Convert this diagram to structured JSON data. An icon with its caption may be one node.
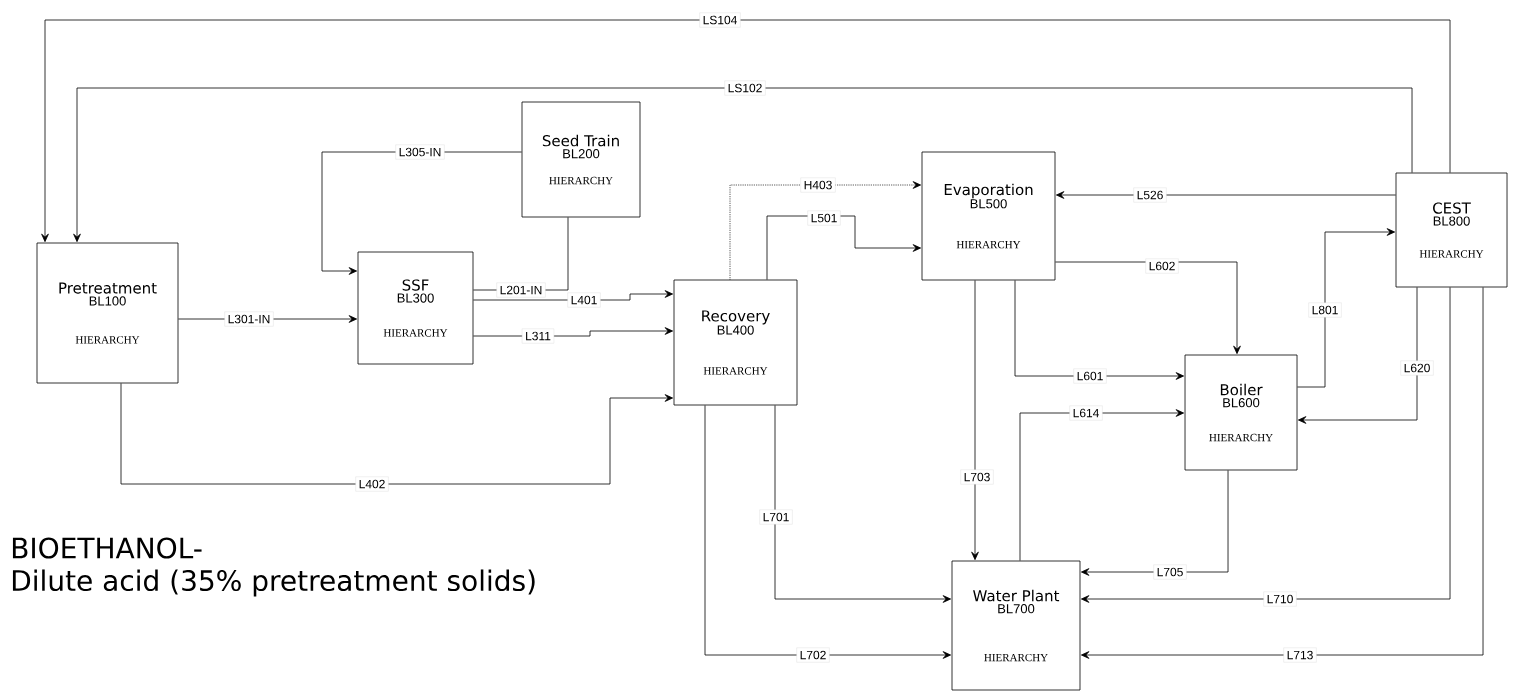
{
  "diagram": {
    "nodes": [
      {
        "text": [
          "Pretreatment",
          "BL100",
          "HIERARCHY"
        ]
      },
      {
        "text": [
          "Seed Train",
          "BL200",
          "HIERARCHY"
        ]
      },
      {
        "text": [
          "SSF",
          "BL300",
          "HIERARCHY"
        ]
      },
      {
        "text": [
          "Recovery",
          "BL400",
          "HIERARCHY"
        ]
      },
      {
        "text": [
          "Evaporation",
          "BL500",
          "HIERARCHY"
        ]
      },
      {
        "text": [
          "CEST",
          "BL800",
          "HIERARCHY"
        ]
      },
      {
        "text": [
          "Boiler",
          "BL600",
          "HIERARCHY"
        ]
      },
      {
        "text": [
          "Water Plant",
          "BL700",
          "HIERARCHY"
        ]
      }
    ],
    "edges": [
      {
        "from": 5,
        "to": 0,
        "arrow": "to",
        "label": "LS104"
      },
      {
        "from": 5,
        "to": 0,
        "arrow": "to",
        "label": "LS102"
      },
      {
        "from": 1,
        "to": 2,
        "arrow": "to",
        "label": "L305-IN"
      },
      {
        "from": 1,
        "to": 2,
        "arrow": "none",
        "label": "L201-IN"
      },
      {
        "from": 0,
        "to": 2,
        "arrow": "to",
        "label": "L301-IN"
      },
      {
        "from": 2,
        "to": 3,
        "arrow": "to",
        "label": "L401"
      },
      {
        "from": 2,
        "to": 3,
        "arrow": "to",
        "label": "L311"
      },
      {
        "from": 0,
        "to": 3,
        "arrow": "to",
        "label": "L402"
      },
      {
        "from": 3,
        "to": 4,
        "arrow": "to",
        "label": "H403",
        "style": "dashed"
      },
      {
        "from": 3,
        "to": 4,
        "arrow": "to",
        "label": "L501"
      },
      {
        "from": 5,
        "to": 4,
        "arrow": "to",
        "label": "L526"
      },
      {
        "from": 4,
        "to": 6,
        "arrow": "to",
        "label": "L602"
      },
      {
        "from": 4,
        "to": 6,
        "arrow": "to",
        "label": "L601"
      },
      {
        "from": 4,
        "to": 7,
        "arrow": "to",
        "label": "L703"
      },
      {
        "from": 7,
        "to": 6,
        "arrow": "to",
        "label": "L614"
      },
      {
        "from": 6,
        "to": 5,
        "arrow": "to",
        "label": "L801"
      },
      {
        "from": 5,
        "to": 6,
        "arrow": "to",
        "label": "L620"
      },
      {
        "from": 3,
        "to": 7,
        "arrow": "to",
        "label": "L701"
      },
      {
        "from": 3,
        "to": 7,
        "arrow": "to",
        "label": "L702"
      },
      {
        "from": 6,
        "to": 7,
        "arrow": "to",
        "label": "L705"
      },
      {
        "from": 5,
        "to": 7,
        "arrow": "to",
        "label": "L710"
      },
      {
        "from": 5,
        "to": 7,
        "arrow": "to",
        "label": "L713"
      }
    ],
    "labels": [
      "BIOETHANOL-",
      "Dilute acid (35% pretreatment solids)"
    ]
  }
}
